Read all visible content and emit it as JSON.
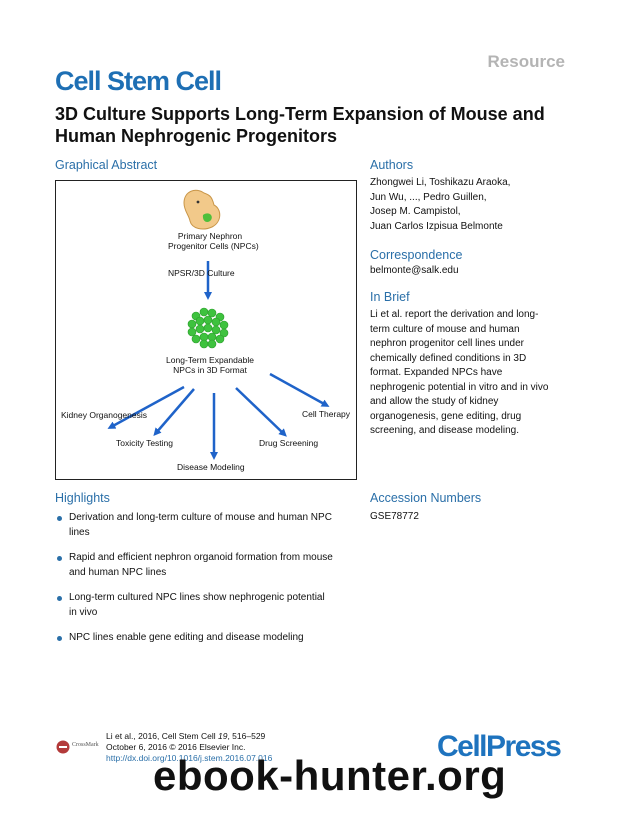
{
  "header": {
    "resource_label": "Resource",
    "journal_name": "Cell Stem Cell",
    "title": "3D Culture Supports Long-Term Expansion of Mouse and Human Nephrogenic Progenitors"
  },
  "graphical_abstract": {
    "heading": "Graphical Abstract",
    "source_line1": "Primary Nephron",
    "source_line2": "Progenitor Cells (NPCs)",
    "culture_label": "NPSR/3D   Culture",
    "expand_line1": "Long-Term Expandable",
    "expand_line2": "NPCs in 3D Format",
    "applications": {
      "kidney": "Kidney Organogenesis",
      "toxicity": "Toxicity Testing",
      "disease": "Disease Modeling",
      "drug": "Drug Screening",
      "therapy": "Cell Therapy"
    },
    "colors": {
      "arrow": "#1f63c9",
      "cells": "#3ec23e",
      "embryo": "#f2c98a"
    }
  },
  "authors": {
    "heading": "Authors",
    "lines": [
      "Zhongwei Li, Toshikazu Araoka,",
      "Jun Wu, ..., Pedro Guillen,",
      "Josep M. Campistol,",
      "Juan Carlos Izpisua Belmonte"
    ]
  },
  "correspondence": {
    "heading": "Correspondence",
    "email": "belmonte@salk.edu"
  },
  "in_brief": {
    "heading": "In Brief",
    "lines": [
      "Li et al. report the derivation and long-",
      "term culture of mouse and human",
      "nephron progenitor cell lines under",
      "chemically defined conditions in 3D",
      "format. Expanded NPCs have",
      "nephrogenic potential in vitro and in vivo",
      "and allow the study of kidney",
      "organogenesis, gene editing, drug",
      "screening, and disease modeling."
    ]
  },
  "highlights": {
    "heading": "Highlights",
    "items": [
      [
        "Derivation and long-term culture of mouse and human NPC",
        "lines"
      ],
      [
        "Rapid and efficient nephron organoid formation from mouse",
        "and human NPC lines"
      ],
      [
        "Long-term cultured NPC lines show nephrogenic potential",
        "in vivo"
      ],
      [
        "NPC lines enable gene editing and disease modeling"
      ]
    ]
  },
  "accession": {
    "heading": "Accession Numbers",
    "value": "GSE78772"
  },
  "footer": {
    "citation_prefix": "Li et al., 2016, Cell Stem Cell ",
    "volume": "19",
    "pages": ", 516–529",
    "date_line": "October 6, 2016 © 2016 Elsevier Inc.",
    "doi": "http://dx.doi.org/10.1016/j.stem.2016.07.016",
    "crossmark": "CrossMark",
    "publisher": "CellPress"
  },
  "watermark": "ebook-hunter.org"
}
